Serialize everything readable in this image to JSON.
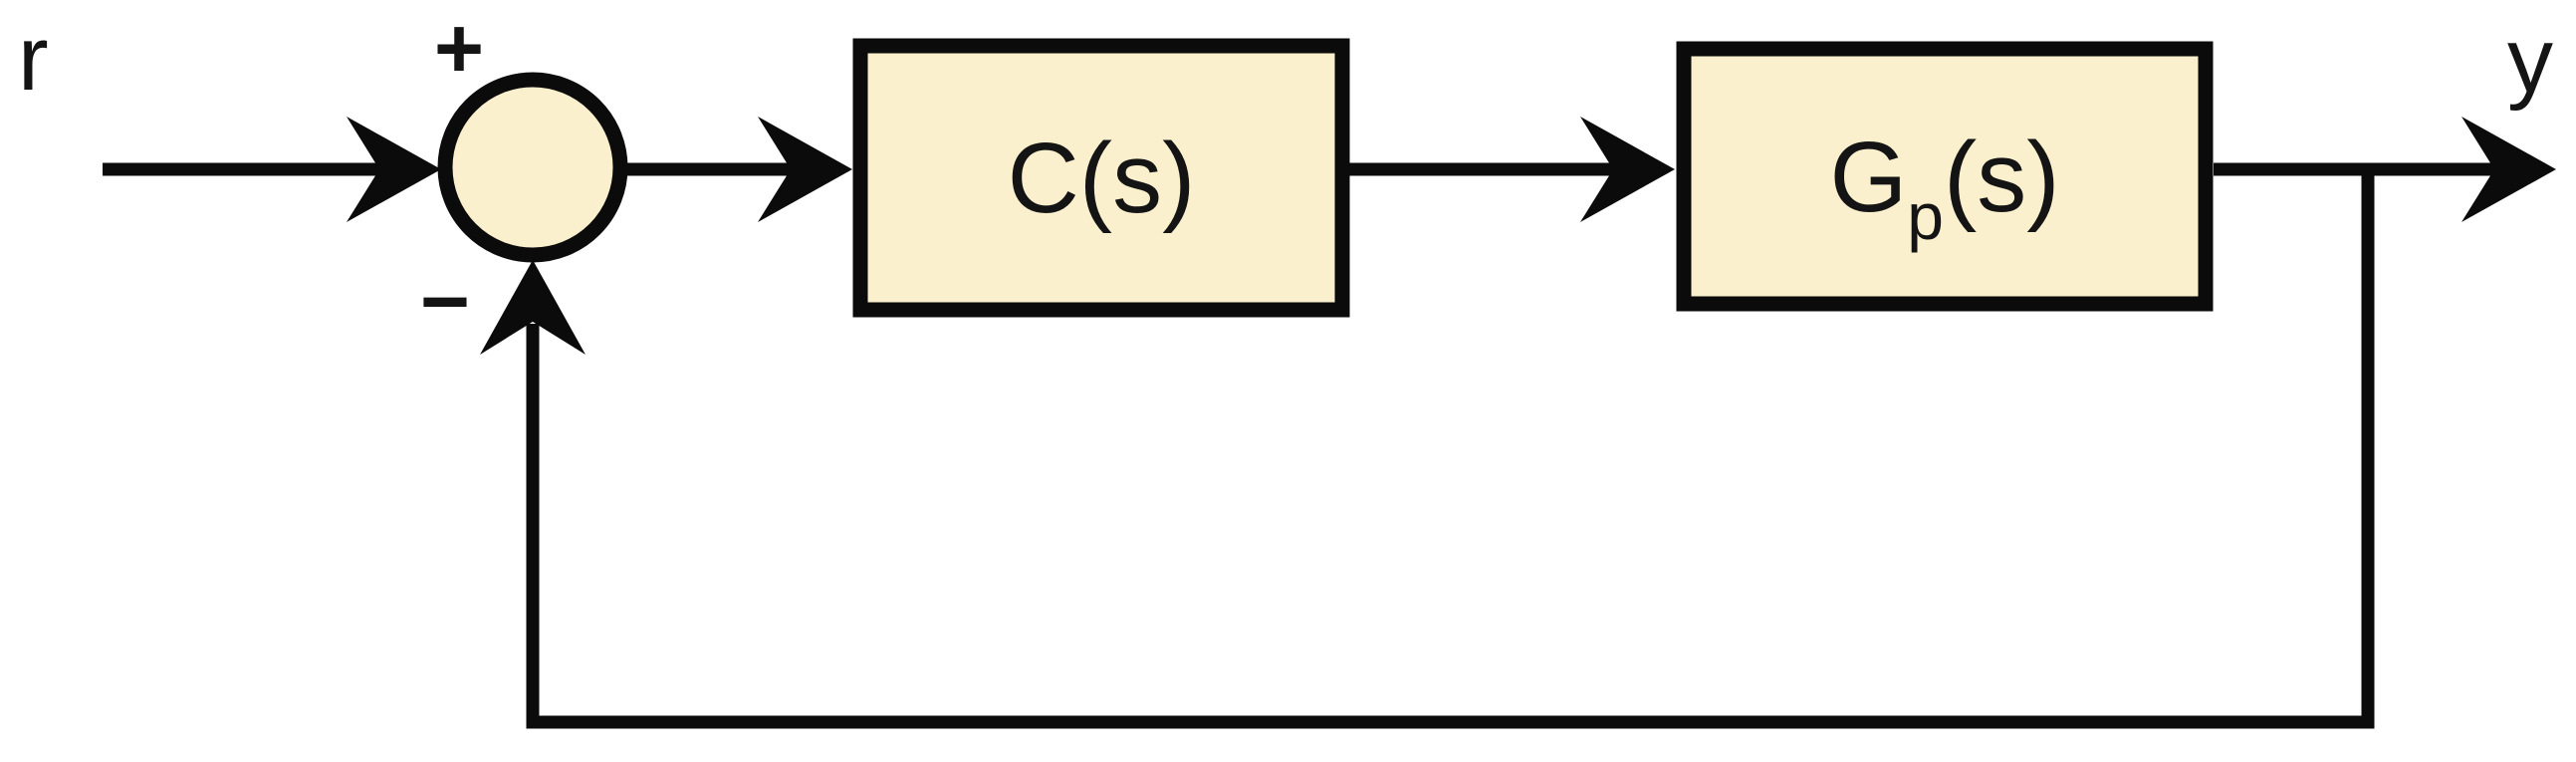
{
  "diagram": {
    "type": "feedback-control-block-diagram",
    "background_color": "#ffffff",
    "line_color": "#0b0b0b",
    "block_fill_color": "#fbf0ce"
  },
  "labels": {
    "input_signal": "r",
    "output_signal": "y",
    "sum_positive_sign": "+",
    "sum_negative_sign": "−"
  },
  "blocks": {
    "controller": {
      "label": "C(s)"
    },
    "plant": {
      "label_main": "G",
      "label_sub": "p",
      "label_rest": "(s)"
    }
  },
  "edges": [
    {
      "from": "r",
      "to": "summing-junction",
      "sign": "+"
    },
    {
      "from": "summing-junction",
      "to": "C(s)"
    },
    {
      "from": "C(s)",
      "to": "Gp(s)"
    },
    {
      "from": "Gp(s)",
      "to": "y"
    },
    {
      "from": "y-branch-point",
      "to": "summing-junction",
      "sign": "−",
      "path": "feedback"
    }
  ]
}
